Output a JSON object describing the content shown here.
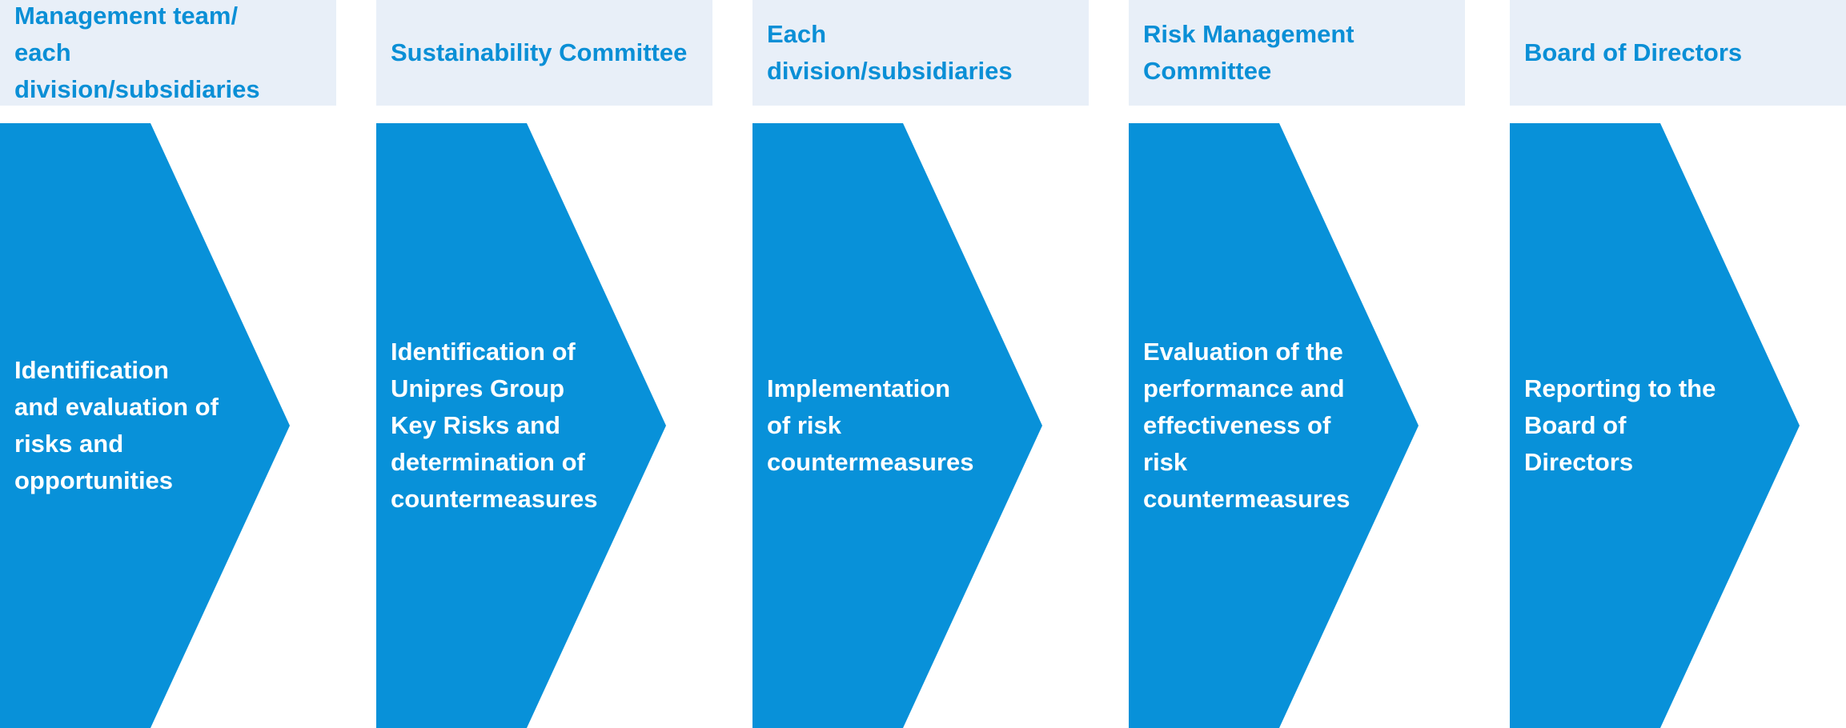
{
  "colors": {
    "header_background": "#e8eff8",
    "header_text": "#0a8fd6",
    "arrow_fill": "#0891d9",
    "arrow_text": "#ffffff"
  },
  "steps": [
    {
      "header": "Management team/\neach division/subsidiaries",
      "body": "Identification\nand evaluation of\nrisks and\nopportunities"
    },
    {
      "header": "Sustainability Committee",
      "body": "Identification of\nUnipres Group\nKey Risks and\ndetermination of\ncountermeasures"
    },
    {
      "header": "Each division/subsidiaries",
      "body": "Implementation\nof risk\ncountermeasures"
    },
    {
      "header": "Risk Management\nCommittee",
      "body": "Evaluation of the\nperformance and\neffectiveness of\nrisk\ncountermeasures"
    },
    {
      "header": "Board of Directors",
      "body": "Reporting to the\nBoard of\nDirectors"
    }
  ]
}
